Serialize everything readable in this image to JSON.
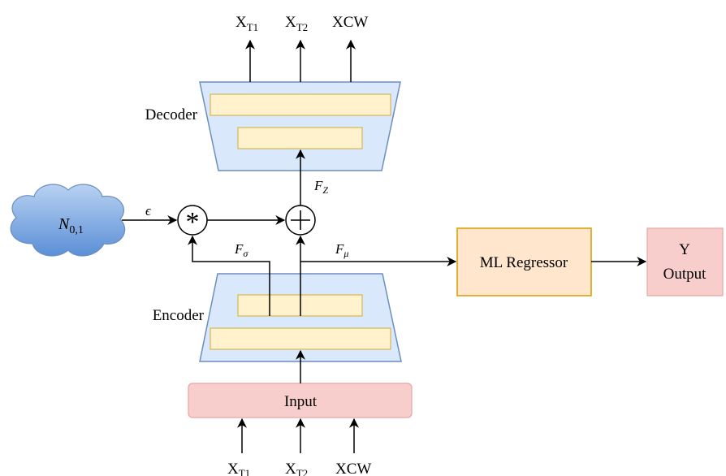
{
  "decoder": {
    "label": "Decoder",
    "outputs": [
      {
        "main": "X",
        "sub": "T1"
      },
      {
        "main": "X",
        "sub": "T2"
      },
      {
        "main": "XCW",
        "sub": ""
      }
    ]
  },
  "encoder": {
    "label": "Encoder"
  },
  "input": {
    "label": "Input",
    "inputs": [
      {
        "main": "X",
        "sub": "T1"
      },
      {
        "main": "X",
        "sub": "T2"
      },
      {
        "main": "XCW",
        "sub": ""
      }
    ]
  },
  "noise": {
    "main": "N",
    "sub": "0,1",
    "edge_label": "ϵ"
  },
  "ops": {
    "multiply_symbol": "*",
    "add_symbol": "+"
  },
  "signals": {
    "fz": {
      "main": "F",
      "sub": "Z"
    },
    "fsigma": {
      "main": "F",
      "sub": "σ"
    },
    "fmu": {
      "main": "F",
      "sub": "μ"
    }
  },
  "regressor": {
    "label": "ML Regressor"
  },
  "output": {
    "line1": "Y",
    "line2": "Output"
  },
  "colors": {
    "trap_fill": "#dae8fc",
    "trap_stroke": "#6c8ebf",
    "layer_fill": "#fff2cc",
    "layer_stroke": "#d6b656",
    "input_fill": "#f8cecc",
    "input_stroke": "#e4a7a5",
    "regressor_fill": "#ffe6cc",
    "regressor_stroke": "#d79b00",
    "cloud_fill": "#6e9fdf",
    "cloud_stroke": "#6c8ebf"
  }
}
